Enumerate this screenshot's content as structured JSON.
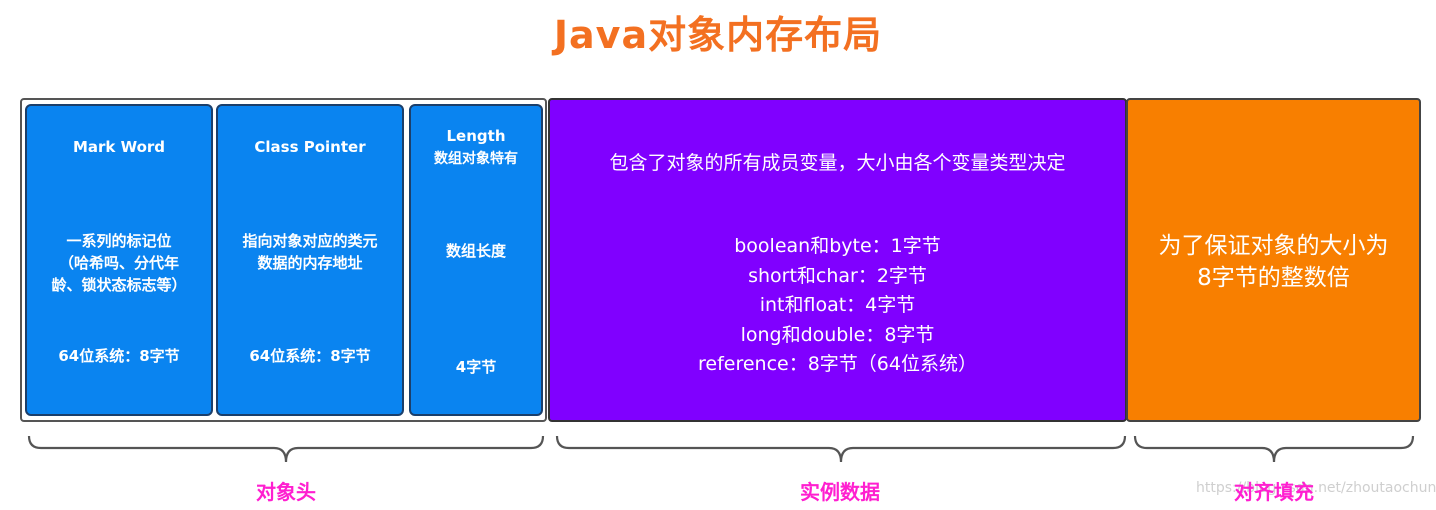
{
  "title": "Java对象内存布局",
  "header_section": {
    "mark_word": {
      "name": "Mark Word",
      "desc_line1": "一系列的标记位",
      "desc_line2": "（哈希吗、分代年",
      "desc_line3": "龄、锁状态标志等）",
      "size": "64位系统：8字节"
    },
    "class_pointer": {
      "name": "Class Pointer",
      "desc_line1": "指向对象对应的类元",
      "desc_line2": "数据的内存地址",
      "size": "64位系统：8字节"
    },
    "length": {
      "name": "Length",
      "name_sub": "数组对象特有",
      "desc": "数组长度",
      "size": "4字节"
    }
  },
  "instance_data": {
    "desc": "包含了对象的所有成员变量，大小由各个变量类型决定",
    "items": [
      "boolean和byte：1字节",
      "short和char：2字节",
      "int和float：4字节",
      "long和double：8字节",
      "reference：8字节（64位系统）"
    ]
  },
  "padding": {
    "line1": "为了保证对象的大小为",
    "line2": "8字节的整数倍"
  },
  "labels": {
    "header": "对象头",
    "instance": "实例数据",
    "padding": "对齐填充"
  },
  "watermark": "https://blog.csdn.net/zhoutaochun",
  "colors": {
    "title": "#f37021",
    "header_box": "#0a84f0",
    "instance_box": "#8000ff",
    "padding_box": "#f87f00",
    "label": "#ff1fd0"
  }
}
